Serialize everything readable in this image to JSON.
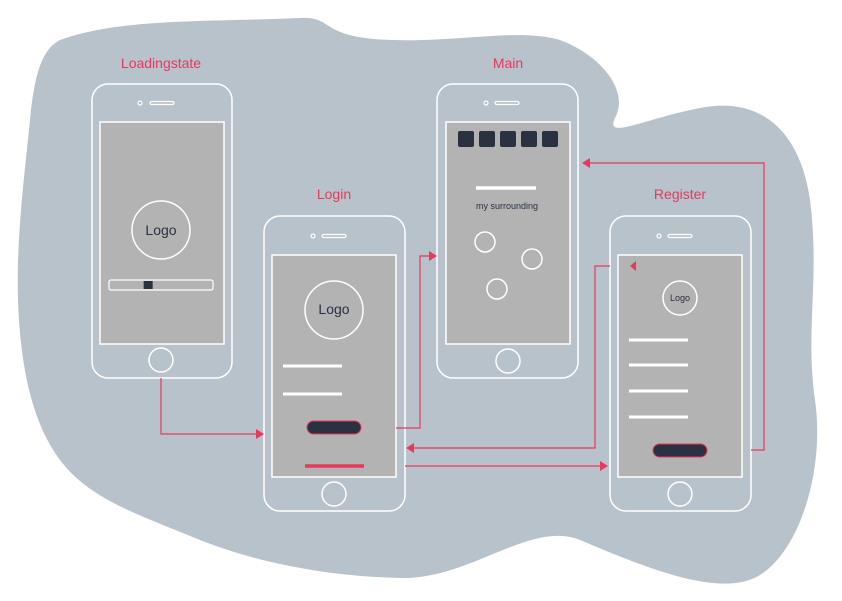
{
  "colors": {
    "blob": "#b8c2ca",
    "phone_outline": "#ffffff",
    "screen": "#b3b3b3",
    "accent": "#e8395b",
    "dark": "#2a3140",
    "line": "#ffffff"
  },
  "screens": {
    "loading": {
      "title": "Loadingstate",
      "logo": "Logo",
      "progress": 0.33
    },
    "login": {
      "title": "Login",
      "logo": "Logo"
    },
    "main": {
      "title": "Main",
      "caption": "my surrounding",
      "tiles": 5
    },
    "register": {
      "title": "Register",
      "logo": "Logo"
    }
  },
  "flows": [
    {
      "from": "loading",
      "to": "login"
    },
    {
      "from": "login",
      "to": "main"
    },
    {
      "from": "login",
      "to": "register"
    },
    {
      "from": "register",
      "to": "login"
    },
    {
      "from": "register",
      "to": "main"
    }
  ]
}
